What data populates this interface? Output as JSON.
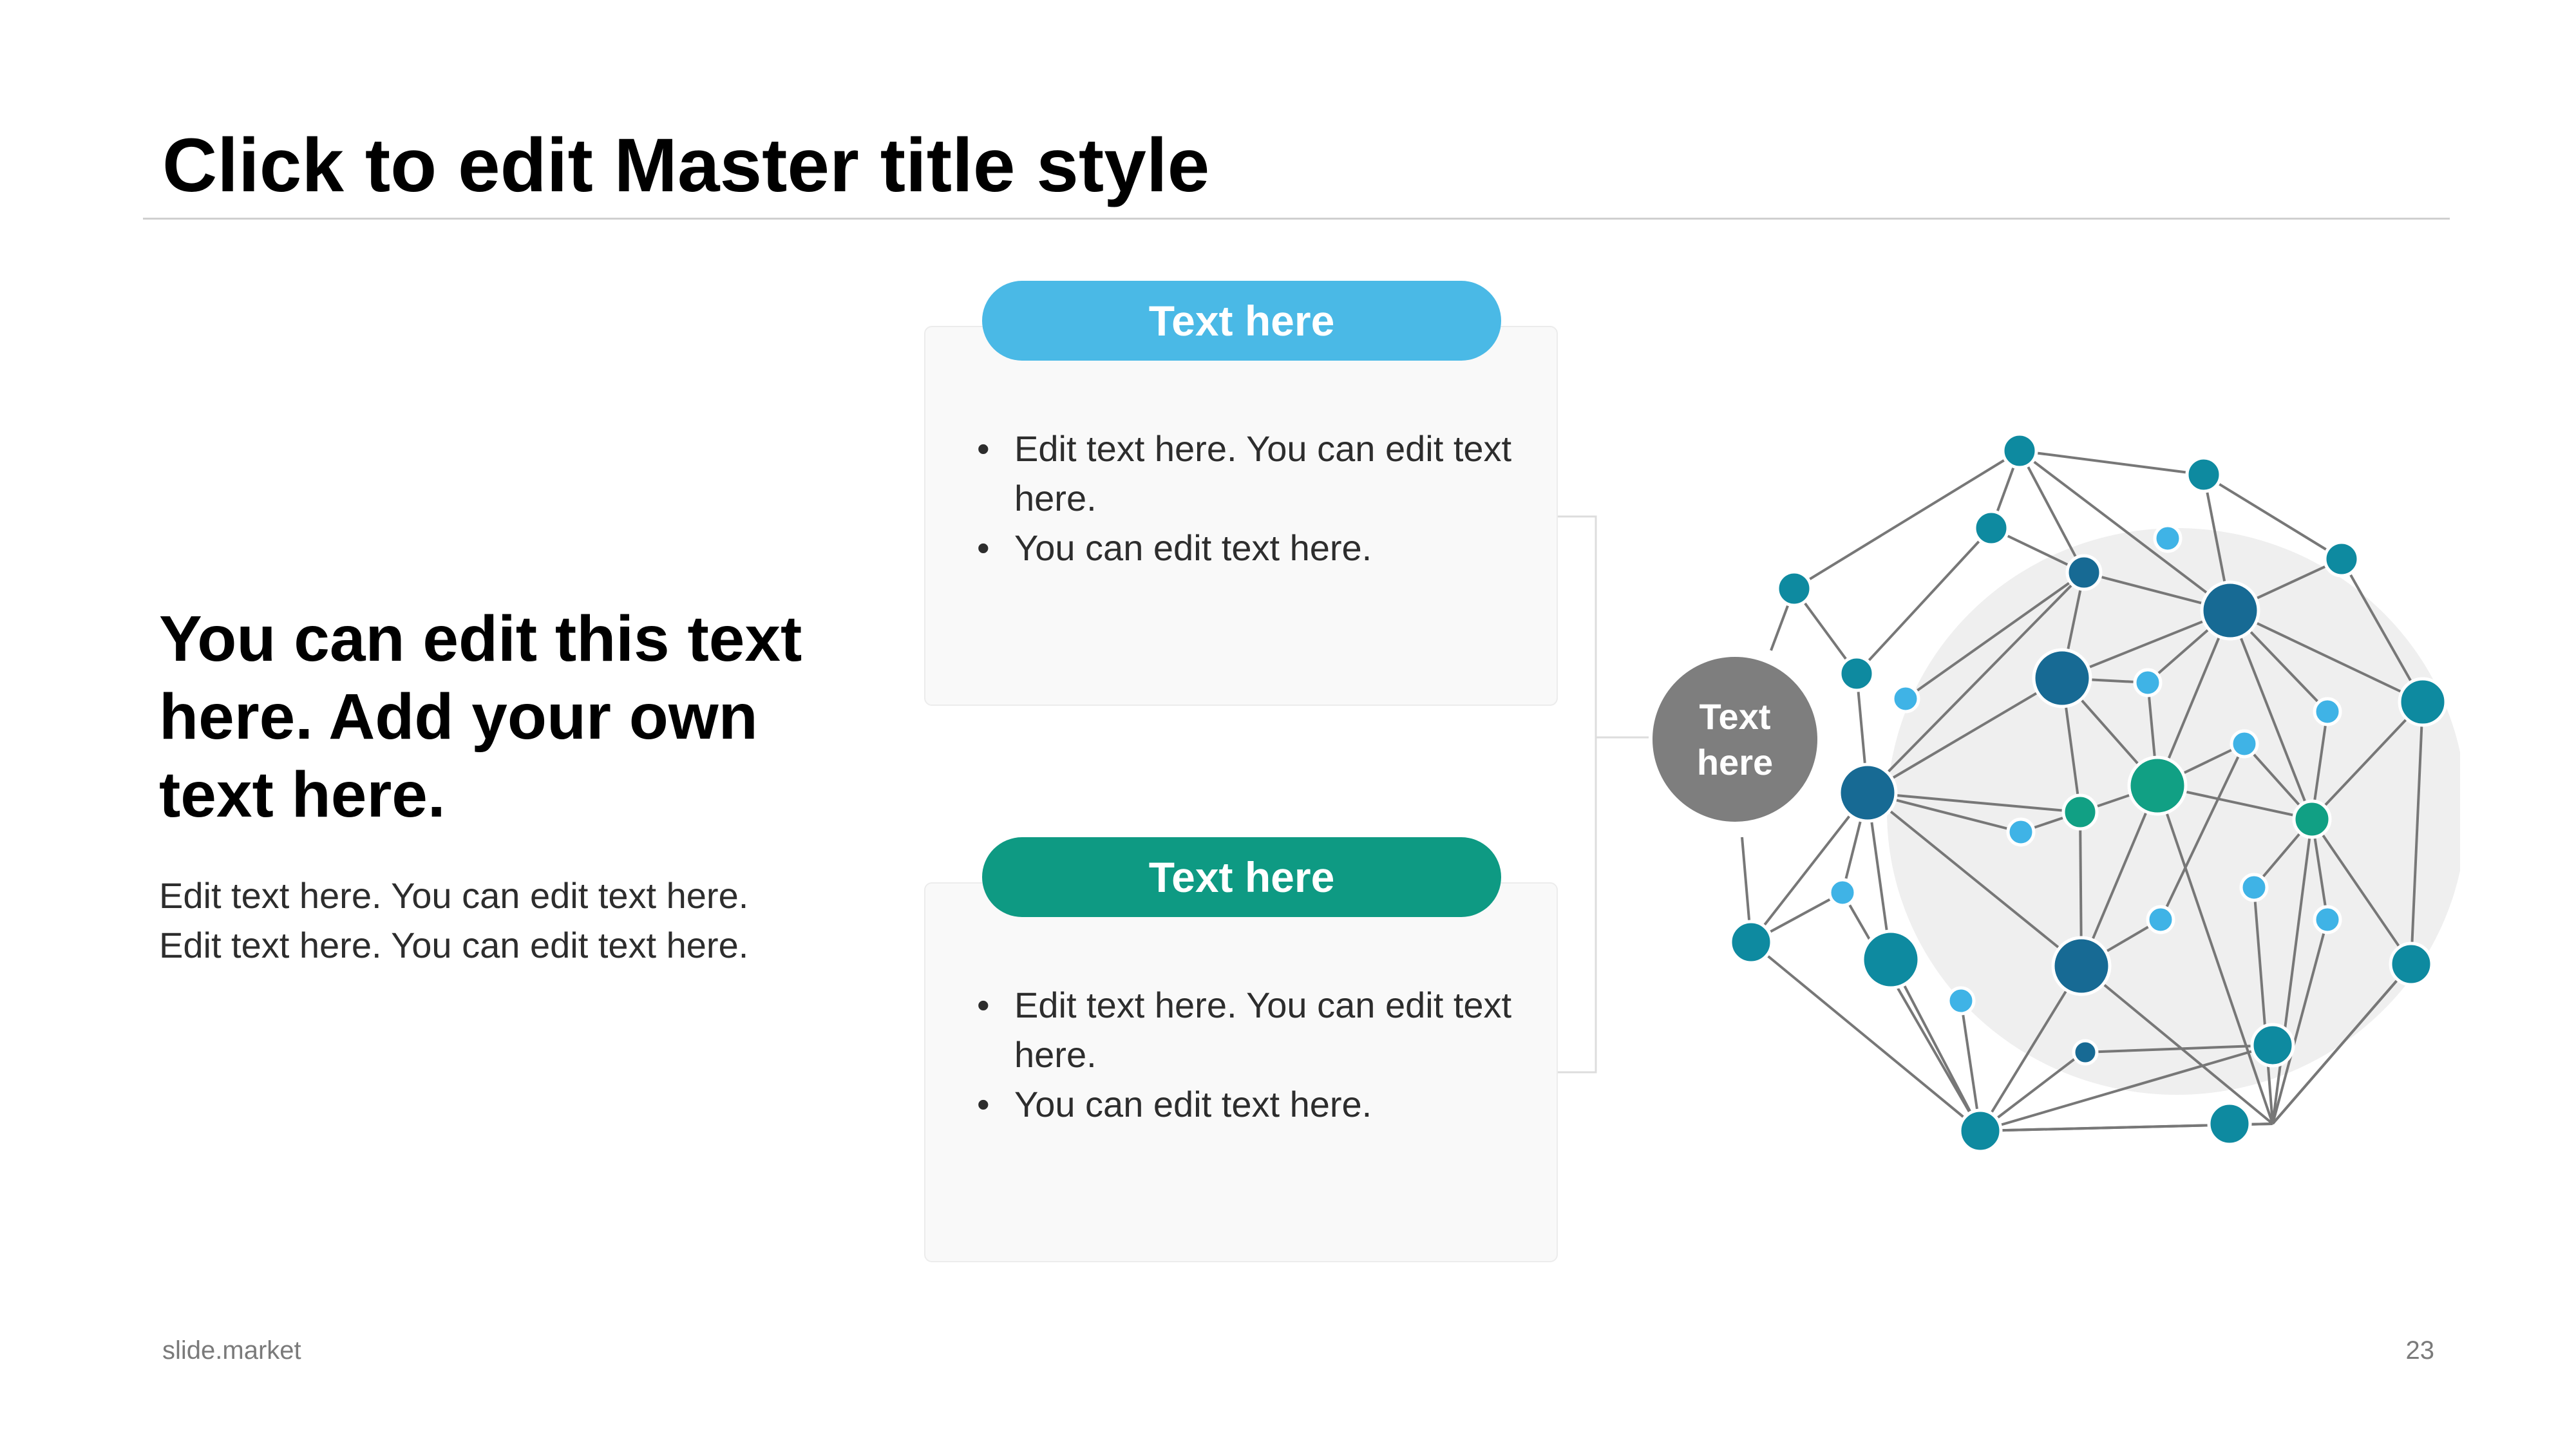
{
  "slide": {
    "title": "Click to edit Master title style",
    "lead": "You can edit this text here. Add your own text here.",
    "body": "Edit text here. You can edit text here. Edit text here. You can edit text here."
  },
  "cards": [
    {
      "header": "Text here",
      "bullets": [
        "Edit text here. You can edit text here.",
        "You can edit text here."
      ]
    },
    {
      "header": "Text here",
      "bullets": [
        "Edit text here. You can edit text here.",
        "You can edit text here."
      ]
    }
  ],
  "network": {
    "center_label": "Text here"
  },
  "colors": {
    "pill_top": "#4ab9e6",
    "pill_bottom": "#0e9a83",
    "node_teal": "#0e8aa0",
    "node_navy": "#176a94",
    "node_green": "#11a084",
    "node_light_blue": "#3fb3e6",
    "edge_gray": "#777777",
    "center_gray": "#7e7e7e"
  },
  "footer": {
    "brand": "slide.market",
    "page_number": "23"
  }
}
